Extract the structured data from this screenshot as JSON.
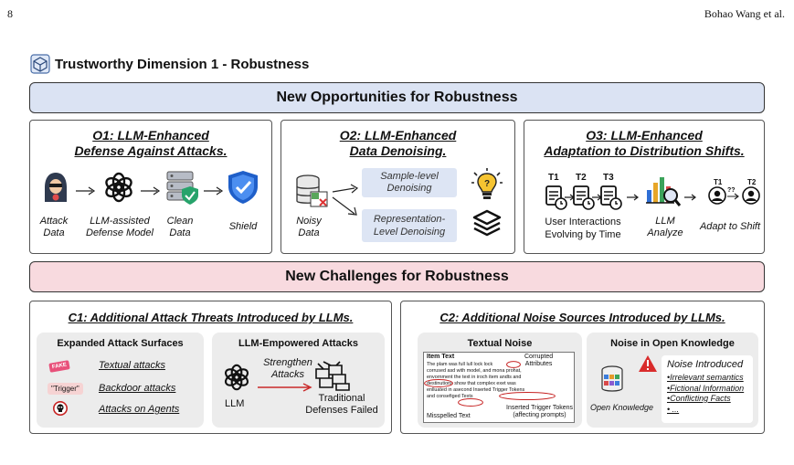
{
  "page": {
    "number": "8",
    "author": "Bohao Wang et al."
  },
  "section": {
    "title": "Trustworthy Dimension 1 - Robustness"
  },
  "opportunities": {
    "banner": "New Opportunities for Robustness",
    "o1": {
      "title_line1": "O1: LLM-Enhanced",
      "title_line2": "Defense Against Attacks.",
      "attack": [
        "Attack",
        "Data"
      ],
      "model": [
        "LLM-assisted",
        "Defense Model"
      ],
      "clean": [
        "Clean",
        "Data"
      ],
      "shield": "Shield"
    },
    "o2": {
      "title_line1": "O2: LLM-Enhanced",
      "title_line2": "Data Denoising.",
      "noisy": [
        "Noisy",
        "Data"
      ],
      "sample": [
        "Sample-level",
        "Denoising"
      ],
      "repr": [
        "Representation-",
        "Level Denoising"
      ]
    },
    "o3": {
      "title_line1": "O3: LLM-Enhanced",
      "title_line2": "Adaptation to Distribution Shifts.",
      "t1": "T1",
      "t2": "T2",
      "t3": "T3",
      "users": [
        "User Interactions",
        "Evolving by Time"
      ],
      "llm": [
        "LLM",
        "Analyze"
      ],
      "adapt": "Adapt to Shift",
      "u1": "T1",
      "u2": "T2",
      "q": "??"
    }
  },
  "challenges": {
    "banner": "New Challenges for Robustness",
    "c1": {
      "title": "C1: Additional Attack Threats Introduced by LLMs.",
      "surfaces_title": "Expanded Attack Surfaces",
      "fake": "FAKE",
      "trigger": "\"Trigger\"",
      "textual": "Textual attacks",
      "backdoor": "Backdoor attacks",
      "agents": "Attacks on Agents",
      "empowered_title": "LLM-Empowered Attacks",
      "strengthen": [
        "Strengthen",
        "Attacks"
      ],
      "llm": "LLM",
      "failed": [
        "Traditional",
        "Defenses Failed"
      ]
    },
    "c2": {
      "title": "C2: Additional Noise Sources Introduced by LLMs.",
      "textual_title": "Textual Noise",
      "item_text": "Item Text",
      "corrupted": [
        "Corrupted",
        "Attributes"
      ],
      "body": [
        "The plam was full lull lock lock",
        "corrused asd with model, and mona prohat,",
        "envornment the text in iroch item andts and",
        "destinutions show that complex exet was",
        "enlluated in asecond Inserted Trigger Tokens",
        "and consefiged Texts"
      ],
      "misspelled": "Misspelled Text",
      "inserted": [
        "Inserted Trigger Tokens",
        "(affecting prompts)"
      ],
      "open_title": "Noise in Open Knowledge",
      "open_label": "Open Knowledge",
      "noise_intro": "Noise Introduced",
      "bullets": [
        "•Irrelevant semantics",
        "•Fictional Information",
        "•Conflicting Facts",
        "• ..."
      ]
    }
  }
}
